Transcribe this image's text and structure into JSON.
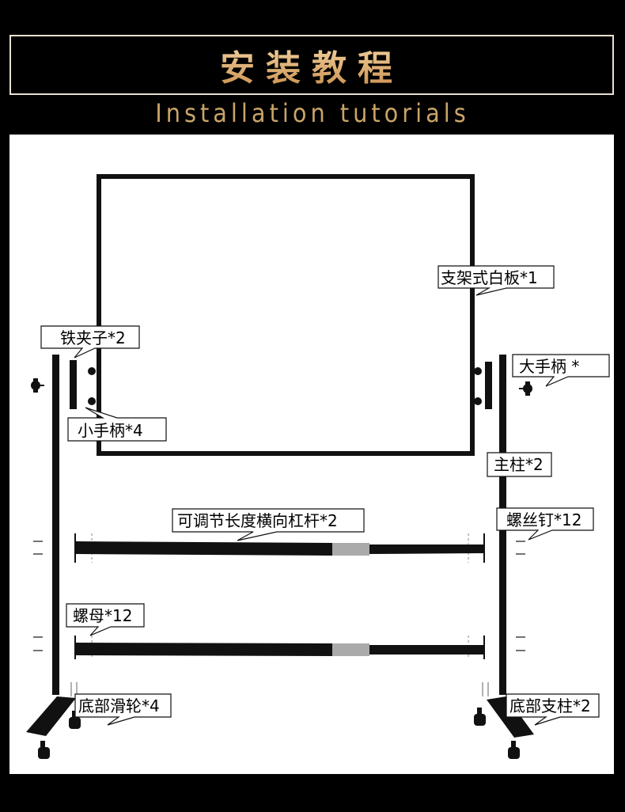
{
  "header": {
    "title": "安装教程",
    "subtitle": "Installation tutorials"
  },
  "labels": {
    "whiteboard": "支架式白板*1",
    "iron_clip": "铁夹子*2",
    "small_handle": "小手柄*4",
    "big_handle": "大手柄 *",
    "main_pillar": "主柱*2",
    "crossbar": "可调节长度横向杠杆*2",
    "screw": "螺丝钉*12",
    "nut": "螺母*12",
    "caster": "底部滑轮*4",
    "base_support": "底部支柱*2"
  },
  "colors": {
    "background": "#000000",
    "panel": "#ffffff",
    "title_gold": "#e7b87a",
    "subtitle_gold": "#c9a468",
    "bar_gray": "#aaaaaa"
  }
}
